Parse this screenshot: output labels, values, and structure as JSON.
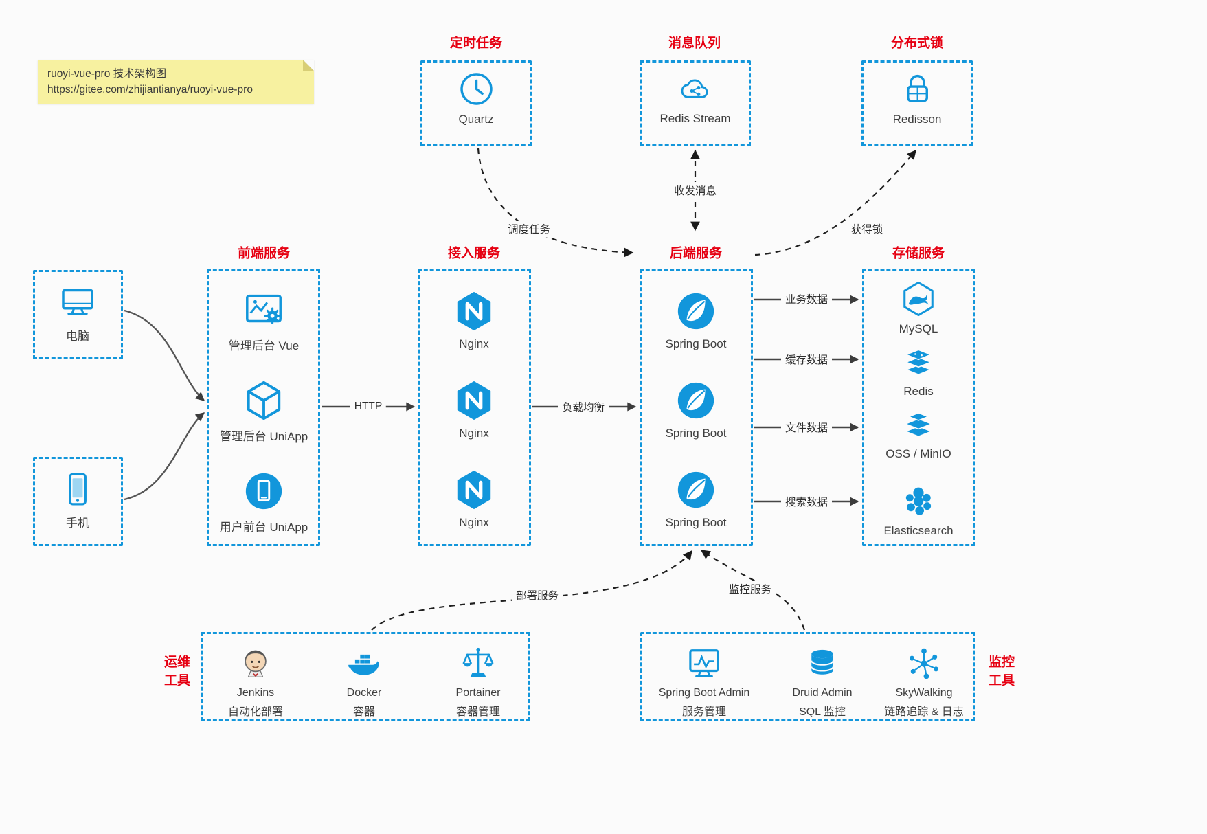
{
  "note": {
    "line1": "ruoyi-vue-pro 技术架构图",
    "line2": "https://gitee.com/zhijiantianya/ruoyi-vue-pro"
  },
  "top_boxes": [
    {
      "title": "定时任务",
      "icon": "clock-icon",
      "label": "Quartz"
    },
    {
      "title": "消息队列",
      "icon": "redis-stream-cloud-icon",
      "label": "Redis Stream"
    },
    {
      "title": "分布式锁",
      "icon": "lock-icon",
      "label": "Redisson"
    }
  ],
  "clients": [
    {
      "icon": "desktop-icon",
      "label": "电脑"
    },
    {
      "icon": "mobile-icon",
      "label": "手机"
    }
  ],
  "columns": [
    {
      "title": "前端服务",
      "items": [
        {
          "icon": "vue-admin-icon",
          "label": "管理后台 Vue"
        },
        {
          "icon": "uniapp-box-icon",
          "label": "管理后台 UniApp"
        },
        {
          "icon": "user-app-icon",
          "label": "用户前台 UniApp"
        }
      ]
    },
    {
      "title": "接入服务",
      "items": [
        {
          "icon": "nginx-icon",
          "label": "Nginx"
        },
        {
          "icon": "nginx-icon",
          "label": "Nginx"
        },
        {
          "icon": "nginx-icon",
          "label": "Nginx"
        }
      ]
    },
    {
      "title": "后端服务",
      "items": [
        {
          "icon": "spring-boot-icon",
          "label": "Spring Boot"
        },
        {
          "icon": "spring-boot-icon",
          "label": "Spring Boot"
        },
        {
          "icon": "spring-boot-icon",
          "label": "Spring Boot"
        }
      ]
    },
    {
      "title": "存储服务",
      "items": [
        {
          "icon": "mysql-icon",
          "label": "MySQL"
        },
        {
          "icon": "redis-icon",
          "label": "Redis"
        },
        {
          "icon": "oss-icon",
          "label": "OSS / MinIO"
        },
        {
          "icon": "elasticsearch-icon",
          "label": "Elasticsearch"
        }
      ]
    }
  ],
  "edges": {
    "http": "HTTP",
    "load_balance": "负载均衡",
    "business_data": "业务数据",
    "cache_data": "缓存数据",
    "file_data": "文件数据",
    "search_data": "搜索数据",
    "schedule_task": "调度任务",
    "message": "收发消息",
    "acquire_lock": "获得锁",
    "deploy": "部署服务",
    "monitor": "监控服务"
  },
  "ops_group": {
    "side_label_line1": "运维",
    "side_label_line2": "工具",
    "items": [
      {
        "icon": "jenkins-icon",
        "name": "Jenkins",
        "desc": "自动化部署"
      },
      {
        "icon": "docker-icon",
        "name": "Docker",
        "desc": "容器"
      },
      {
        "icon": "portainer-icon",
        "name": "Portainer",
        "desc": "容器管理"
      }
    ]
  },
  "monitor_group": {
    "side_label_line1": "监控",
    "side_label_line2": "工具",
    "items": [
      {
        "icon": "spring-boot-admin-icon",
        "name": "Spring Boot Admin",
        "desc": "服务管理"
      },
      {
        "icon": "druid-icon",
        "name": "Druid Admin",
        "desc": "SQL 监控"
      },
      {
        "icon": "skywalking-icon",
        "name": "SkyWalking",
        "desc": "链路追踪 & 日志"
      }
    ]
  },
  "colors": {
    "accent_blue": "#1296db",
    "title_red": "#e60012",
    "note_yellow": "#f7f1a0",
    "arrow_dark": "#333333"
  }
}
